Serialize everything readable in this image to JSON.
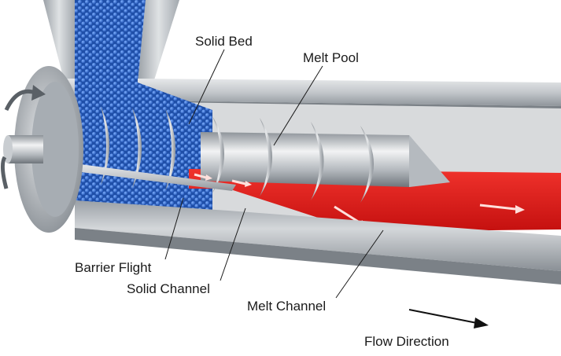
{
  "labels": {
    "solid_bed": "Solid Bed",
    "melt_pool": "Melt Pool",
    "barrier_flight": "Barrier Flight",
    "solid_channel": "Solid Channel",
    "melt_channel": "Melt Channel",
    "flow_direction": "Flow Direction"
  },
  "colors": {
    "pellet": "#2f6fd6",
    "melt": "#e01a1a",
    "steel": "#b9bdc2",
    "barrel_dark": "#7d838a"
  }
}
